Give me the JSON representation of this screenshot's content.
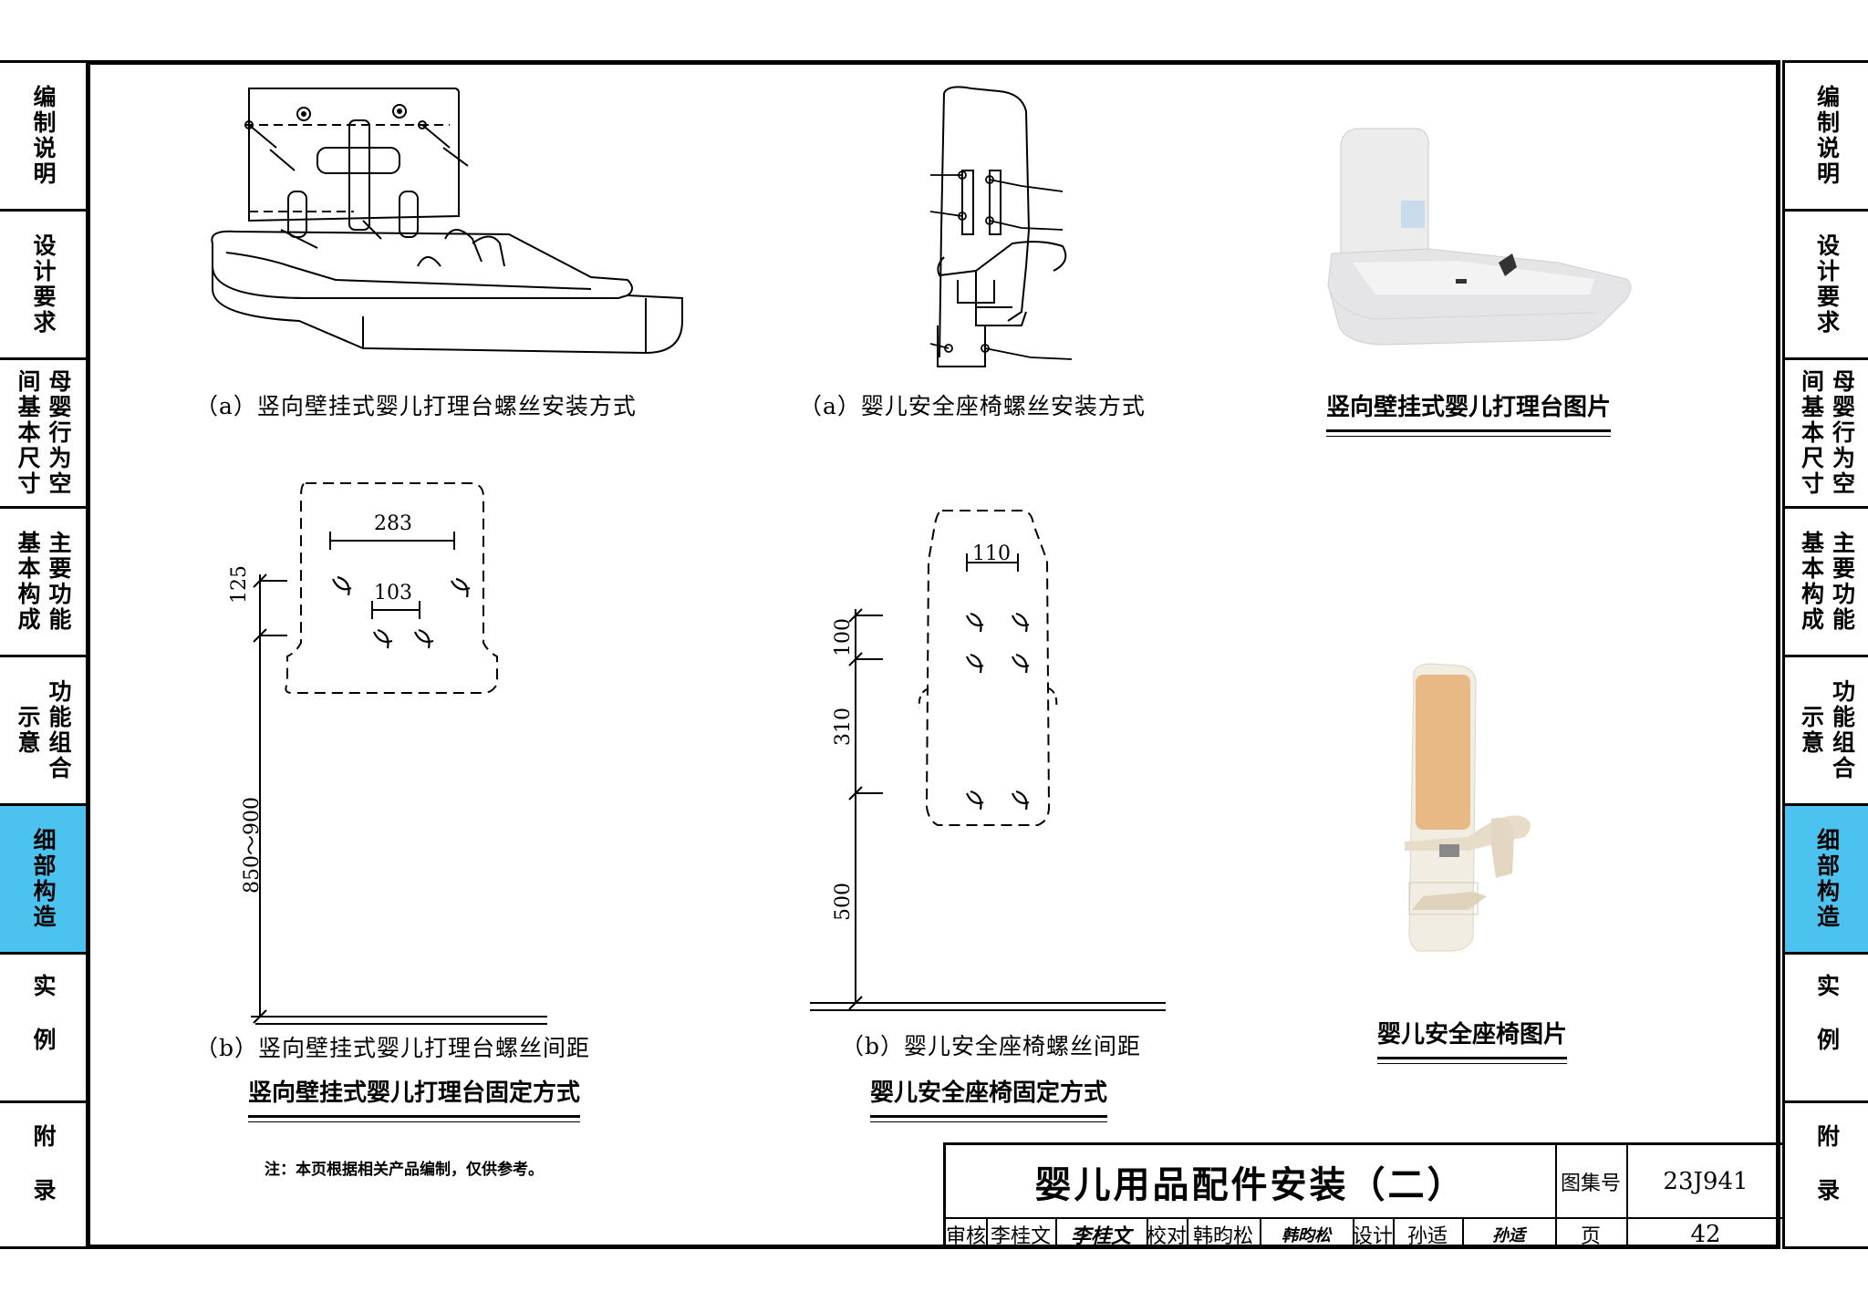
{
  "nav": {
    "left": [
      {
        "cols": [
          "编制说明"
        ],
        "active": false
      },
      {
        "cols": [
          "设计要求"
        ],
        "active": false
      },
      {
        "cols": [
          "间基本尺寸",
          "母婴行为空"
        ],
        "active": false
      },
      {
        "cols": [
          "基本构成",
          "主要功能"
        ],
        "active": false
      },
      {
        "cols": [
          "示意",
          "功能组合"
        ],
        "active": false
      },
      {
        "cols": [
          "细部构造"
        ],
        "active": true
      },
      {
        "cols": [
          "实例"
        ],
        "active": false
      },
      {
        "cols": [
          "附录"
        ],
        "active": false
      }
    ]
  },
  "captions": {
    "a1": "（a）竖向壁挂式婴儿打理台螺丝安装方式",
    "a2": "（a）婴儿安全座椅螺丝安装方式",
    "photo1": "竖向壁挂式婴儿打理台图片",
    "b1": "（b）竖向壁挂式婴儿打理台螺丝间距",
    "b2": "（b）婴儿安全座椅螺丝间距",
    "fix1": "竖向壁挂式婴儿打理台固定方式",
    "fix2": "婴儿安全座椅固定方式",
    "photo2": "婴儿安全座椅图片"
  },
  "dims": {
    "d283": "283",
    "d103": "103",
    "d125": "125",
    "d850": "850～900",
    "d110": "110",
    "d100": "100",
    "d310": "310",
    "d500": "500"
  },
  "note": "注：本页根据相关产品编制，仅供参考。",
  "title_block": {
    "title": "婴儿用品配件安装（二）",
    "atlas_label": "图集号",
    "atlas_no": "23J941",
    "review_label": "审核",
    "reviewer": "李桂文",
    "reviewer_sig": "李桂文",
    "check_label": "校对",
    "checker": "韩昀松",
    "checker_sig": "韩昀松",
    "design_label": "设计",
    "designer": "孙适",
    "designer_sig": "孙适",
    "page_label": "页",
    "page_no": "42"
  },
  "colors": {
    "active_tab": "#4cc3ef"
  }
}
